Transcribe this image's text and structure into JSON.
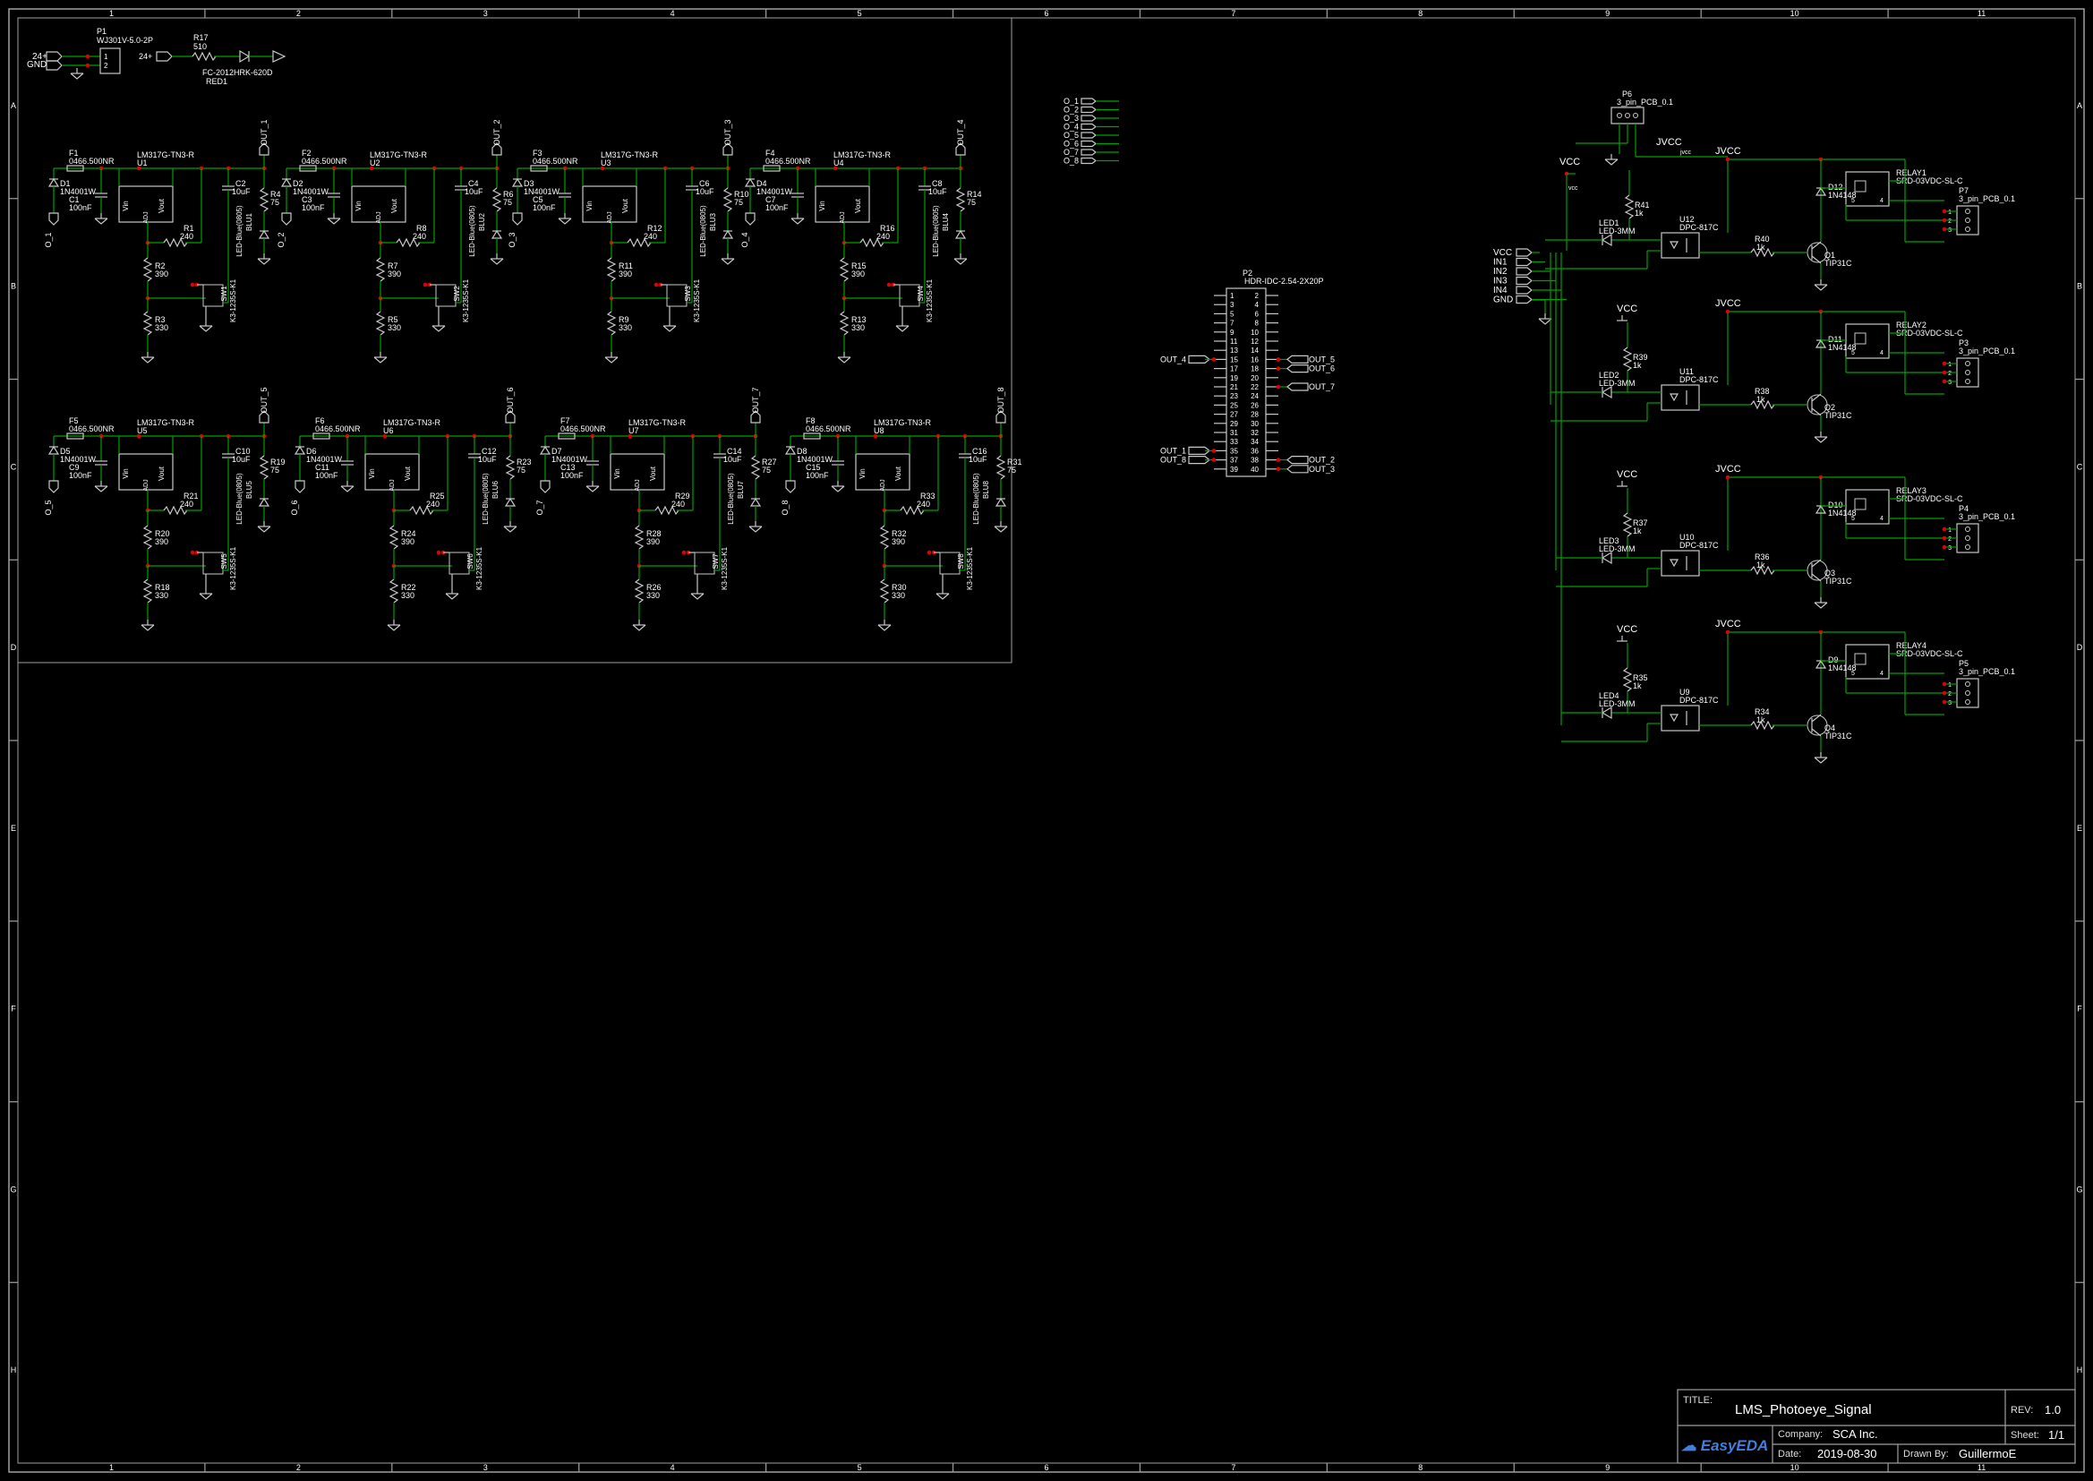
{
  "schematic": {
    "grid_columns": [
      "1",
      "2",
      "3",
      "4",
      "5",
      "6",
      "7",
      "8",
      "9",
      "10",
      "11"
    ],
    "grid_rows": [
      "A",
      "B",
      "C",
      "D",
      "E",
      "F",
      "G",
      "H"
    ],
    "power_input": {
      "net_labels": [
        "24+",
        "GND"
      ],
      "connector_ref": "P1",
      "connector_value": "WJ301V-5.0-2P",
      "pins": [
        "1",
        "2"
      ],
      "feed_label": "24+",
      "resistor_ref": "R17",
      "resistor_value": "510",
      "led_value": "FC-2012HRK-620D",
      "led_ref": "RED1"
    },
    "channels": [
      {
        "fuse": "F1",
        "fuse_val": "0466.500NR",
        "reg": "U1",
        "reg_val": "LM317G-TN3-R",
        "diode": "D1",
        "diode_val": "1N4001W",
        "cin": "C1",
        "cin_val": "100nF",
        "cout": "C2",
        "cout_val": "10uF",
        "radj": "R1",
        "radj_val": "240",
        "rled": "R4",
        "rled_val": "75",
        "led": "BLU1",
        "led_val": "LED-Blue(0805)",
        "r_a": "R2",
        "r_a_val": "390",
        "r_b": "R3",
        "r_b_val": "330",
        "sw": "SW1",
        "sw_val": "K3-1235S-K1",
        "out": "OUT_1",
        "in": "O_1"
      },
      {
        "fuse": "F2",
        "fuse_val": "0466.500NR",
        "reg": "U2",
        "reg_val": "LM317G-TN3-R",
        "diode": "D2",
        "diode_val": "1N4001W",
        "cin": "C3",
        "cin_val": "100nF",
        "cout": "C4",
        "cout_val": "10uF",
        "radj": "R8",
        "radj_val": "240",
        "rled": "R6",
        "rled_val": "75",
        "led": "BLU2",
        "led_val": "LED-Blue(0805)",
        "r_a": "R7",
        "r_a_val": "390",
        "r_b": "R5",
        "r_b_val": "330",
        "sw": "SW2",
        "sw_val": "K3-1235S-K1",
        "out": "OUT_2",
        "in": "O_2"
      },
      {
        "fuse": "F3",
        "fuse_val": "0466.500NR",
        "reg": "U3",
        "reg_val": "LM317G-TN3-R",
        "diode": "D3",
        "diode_val": "1N4001W",
        "cin": "C5",
        "cin_val": "100nF",
        "cout": "C6",
        "cout_val": "10uF",
        "radj": "R12",
        "radj_val": "240",
        "rled": "R10",
        "rled_val": "75",
        "led": "BLU3",
        "led_val": "LED-Blue(0805)",
        "r_a": "R11",
        "r_a_val": "390",
        "r_b": "R9",
        "r_b_val": "330",
        "sw": "SW3",
        "sw_val": "K3-1235S-K1",
        "out": "OUT_3",
        "in": "O_3"
      },
      {
        "fuse": "F4",
        "fuse_val": "0466.500NR",
        "reg": "U4",
        "reg_val": "LM317G-TN3-R",
        "diode": "D4",
        "diode_val": "1N4001W",
        "cin": "C7",
        "cin_val": "100nF",
        "cout": "C8",
        "cout_val": "10uF",
        "radj": "R16",
        "radj_val": "240",
        "rled": "R14",
        "rled_val": "75",
        "led": "BLU4",
        "led_val": "LED-Blue(0805)",
        "r_a": "R15",
        "r_a_val": "390",
        "r_b": "R13",
        "r_b_val": "330",
        "sw": "SW4",
        "sw_val": "K3-1235S-K1",
        "out": "OUT_4",
        "in": "O_4"
      },
      {
        "fuse": "F5",
        "fuse_val": "0466.500NR",
        "reg": "U5",
        "reg_val": "LM317G-TN3-R",
        "diode": "D5",
        "diode_val": "1N4001W",
        "cin": "C9",
        "cin_val": "100nF",
        "cout": "C10",
        "cout_val": "10uF",
        "radj": "R21",
        "radj_val": "240",
        "rled": "R19",
        "rled_val": "75",
        "led": "BLU5",
        "led_val": "LED-Blue(0805)",
        "r_a": "R20",
        "r_a_val": "390",
        "r_b": "R18",
        "r_b_val": "330",
        "sw": "SW5",
        "sw_val": "K3-1235S-K1",
        "out": "OUT_5",
        "in": "O_5"
      },
      {
        "fuse": "F6",
        "fuse_val": "0466.500NR",
        "reg": "U6",
        "reg_val": "LM317G-TN3-R",
        "diode": "D6",
        "diode_val": "1N4001W",
        "cin": "C11",
        "cin_val": "100nF",
        "cout": "C12",
        "cout_val": "10uF",
        "radj": "R25",
        "radj_val": "240",
        "rled": "R23",
        "rled_val": "75",
        "led": "BLU6",
        "led_val": "LED-Blue(0805)",
        "r_a": "R24",
        "r_a_val": "390",
        "r_b": "R22",
        "r_b_val": "330",
        "sw": "SW6",
        "sw_val": "K3-1235S-K1",
        "out": "OUT_6",
        "in": "O_6"
      },
      {
        "fuse": "F7",
        "fuse_val": "0466.500NR",
        "reg": "U7",
        "reg_val": "LM317G-TN3-R",
        "diode": "D7",
        "diode_val": "1N4001W",
        "cin": "C13",
        "cin_val": "100nF",
        "cout": "C14",
        "cout_val": "10uF",
        "radj": "R29",
        "radj_val": "240",
        "rled": "R27",
        "rled_val": "75",
        "led": "BLU7",
        "led_val": "LED-Blue(0805)",
        "r_a": "R28",
        "r_a_val": "390",
        "r_b": "R26",
        "r_b_val": "330",
        "sw": "SW7",
        "sw_val": "K3-1235S-K1",
        "out": "OUT_7",
        "in": "O_7"
      },
      {
        "fuse": "F8",
        "fuse_val": "0466.500NR",
        "reg": "U8",
        "reg_val": "LM317G-TN3-R",
        "diode": "D8",
        "diode_val": "1N4001W",
        "cin": "C15",
        "cin_val": "100nF",
        "cout": "C16",
        "cout_val": "10uF",
        "radj": "R33",
        "radj_val": "240",
        "rled": "R31",
        "rled_val": "75",
        "led": "BLU8",
        "led_val": "LED-Blue(0805)",
        "r_a": "R32",
        "r_a_val": "390",
        "r_b": "R30",
        "r_b_val": "330",
        "sw": "SW8",
        "sw_val": "K3-1235S-K1",
        "out": "OUT_8",
        "in": "O_8"
      }
    ],
    "regulator_pins": {
      "vin": "Vin",
      "vout": "Vout",
      "adj": "ADJ"
    },
    "input_bus": [
      "O_1",
      "O_2",
      "O_3",
      "O_4",
      "O_5",
      "O_6",
      "O_7",
      "O_8"
    ],
    "header": {
      "ref": "P2",
      "value": "HDR-IDC-2.54-2X20P",
      "left_pins": [
        "1",
        "3",
        "5",
        "7",
        "9",
        "11",
        "13",
        "15",
        "17",
        "19",
        "21",
        "23",
        "25",
        "27",
        "29",
        "31",
        "33",
        "35",
        "37",
        "39"
      ],
      "right_pins": [
        "2",
        "4",
        "6",
        "8",
        "10",
        "12",
        "14",
        "16",
        "18",
        "20",
        "22",
        "24",
        "26",
        "28",
        "30",
        "32",
        "34",
        "36",
        "38",
        "40"
      ],
      "left_nets": [
        {
          "pin_index": 7,
          "label": "OUT_4"
        },
        {
          "pin_index": 17,
          "label": "OUT_1"
        },
        {
          "pin_index": 18,
          "label": "OUT_8"
        }
      ],
      "right_nets": [
        {
          "pin_index": 7,
          "label": "OUT_5"
        },
        {
          "pin_index": 8,
          "label": "OUT_6"
        },
        {
          "pin_index": 10,
          "label": "OUT_7"
        },
        {
          "pin_index": 18,
          "label": "OUT_2"
        },
        {
          "pin_index": 19,
          "label": "OUT_3"
        }
      ]
    },
    "relay_section": {
      "supply_connector": {
        "ref": "P6",
        "value": "3_pin_PCB_0.1",
        "pins": [
          "1",
          "2",
          "3"
        ]
      },
      "rail_labels": {
        "vcc": "VCC",
        "jvcc": "JVCC",
        "vcc_small": "vcc",
        "jvcc_small": "jvcc"
      },
      "input_nets": [
        "VCC",
        "IN1",
        "IN2",
        "IN3",
        "IN4",
        "GND"
      ],
      "stages": [
        {
          "relay": "RELAY1",
          "relay_val": "SRD-03VDC-SL-C",
          "diode": "D12",
          "diode_val": "1N4148",
          "conn": "P7",
          "conn_val": "3_pin_PCB_0.1",
          "opto": "U12",
          "opto_val": "DPC-817C",
          "led": "LED1",
          "led_val": "LED-3MM",
          "rpull": "R41",
          "rpull_val": "1k",
          "rbase": "R40",
          "rbase_val": "1k",
          "q": "Q1",
          "q_val": "TIP31C"
        },
        {
          "relay": "RELAY2",
          "relay_val": "SRD-03VDC-SL-C",
          "diode": "D11",
          "diode_val": "1N4148",
          "conn": "P3",
          "conn_val": "3_pin_PCB_0.1",
          "opto": "U11",
          "opto_val": "DPC-817C",
          "led": "LED2",
          "led_val": "LED-3MM",
          "rpull": "R39",
          "rpull_val": "1k",
          "rbase": "R38",
          "rbase_val": "1k",
          "q": "Q2",
          "q_val": "TIP31C"
        },
        {
          "relay": "RELAY3",
          "relay_val": "SRD-03VDC-SL-C",
          "diode": "D10",
          "diode_val": "1N4148",
          "conn": "P4",
          "conn_val": "3_pin_PCB_0.1",
          "opto": "U10",
          "opto_val": "DPC-817C",
          "led": "LED3",
          "led_val": "LED-3MM",
          "rpull": "R37",
          "rpull_val": "1k",
          "rbase": "R36",
          "rbase_val": "1k",
          "q": "Q3",
          "q_val": "TIP31C"
        },
        {
          "relay": "RELAY4",
          "relay_val": "SRD-03VDC-SL-C",
          "diode": "D9",
          "diode_val": "1N4148",
          "conn": "P5",
          "conn_val": "3_pin_PCB_0.1",
          "opto": "U9",
          "opto_val": "DPC-817C",
          "led": "LED4",
          "led_val": "LED-3MM",
          "rpull": "R35",
          "rpull_val": "1k",
          "rbase": "R34",
          "rbase_val": "1k",
          "q": "Q4",
          "q_val": "TIP31C"
        }
      ],
      "relay_pins": [
        "1",
        "2",
        "3",
        "4",
        "5"
      ]
    }
  },
  "title_block": {
    "title_label": "TITLE:",
    "title": "LMS_Photoeye_Signal",
    "rev_label": "REV:",
    "rev": "1.0",
    "company_label": "Company:",
    "company": "SCA Inc.",
    "sheet_label": "Sheet:",
    "sheet": "1/1",
    "date_label": "Date:",
    "date": "2019-08-30",
    "drawn_label": "Drawn By:",
    "drawn": "GuillermoE",
    "logo": "EasyEDA"
  },
  "colors": {
    "background": "#000000",
    "wire": "#00a000",
    "symbol": "#c8c8c8",
    "junction": "#e00000",
    "frame": "#a0a0a0",
    "text": "#ffffff",
    "logo": "#3f7fe0"
  }
}
